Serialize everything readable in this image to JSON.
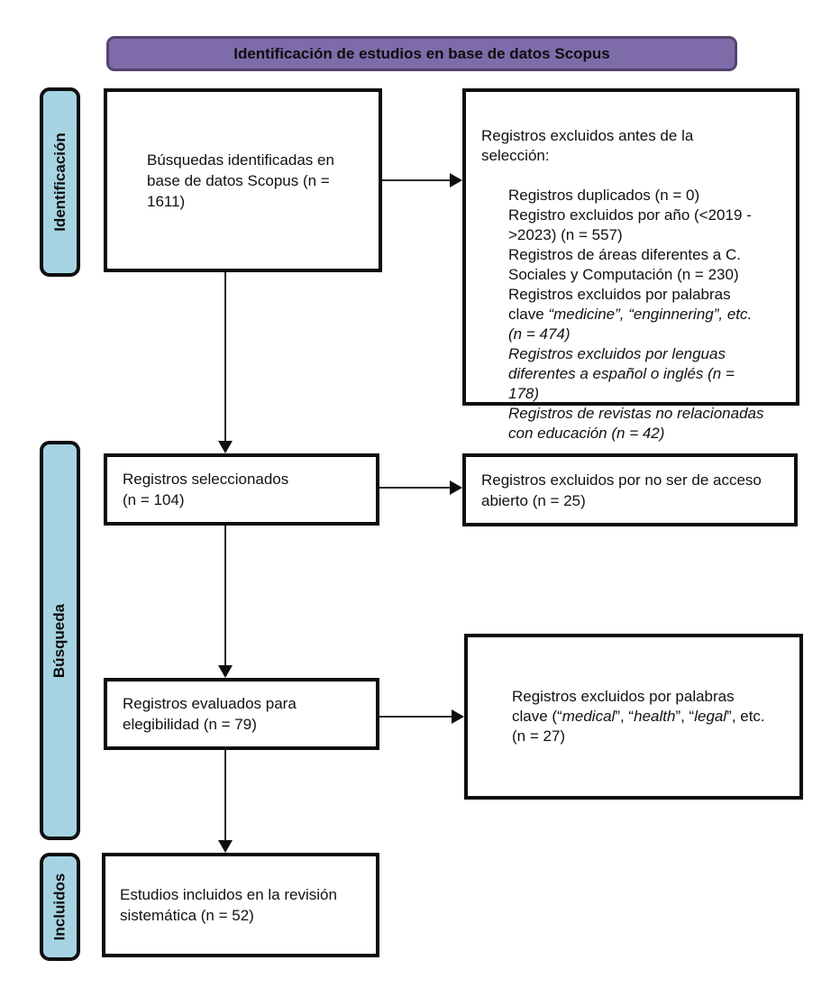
{
  "title": "Identificación de estudios en base de datos Scopus",
  "palette": {
    "header_fill": "#7d6ca9",
    "header_border": "#55436f",
    "stage_fill": "#a6d4e3",
    "box_border": "#0d0d0d",
    "text": "#111111"
  },
  "stages": [
    {
      "label": "Identificación"
    },
    {
      "label": "Búsqueda"
    },
    {
      "label": "Incluidos"
    }
  ],
  "boxes": {
    "identified": "Búsquedas identificadas en\nbase de datos Scopus (n =\n1611)",
    "selected": "Registros seleccionados\n(n = 104)",
    "assessed": "Registros evaluados para\nelegibilidad (n = 79)",
    "included": "Estudios incluidos en la revisión\nsistemática (n = 52)",
    "excluded_open_access": "Registros excluidos por no ser de acceso\nabierto (n = 25)"
  },
  "excluded_before_selection": {
    "header": "Registros excluidos antes de la\nselección:",
    "items": [
      [
        {
          "t": "Registros duplicados (n = 0)",
          "i": false
        }
      ],
      [
        {
          "t": "Registro excluidos por año (<2019 -\n>2023) (n = 557)",
          "i": false
        }
      ],
      [
        {
          "t": "Registros de áreas diferentes a C.\nSociales y Computación (n = 230)",
          "i": false
        }
      ],
      [
        {
          "t": "Registros excluidos por palabras\nclave ",
          "i": false
        },
        {
          "t": "“medicine”, “enginnering”, etc.\n(n = 474)",
          "i": true
        }
      ],
      [
        {
          "t": "Registros excluidos por lenguas\ndiferentes a español o inglés (n =\n178)",
          "i": true
        }
      ],
      [
        {
          "t": "Registros de revistas no relacionadas\ncon educación (n = 42)",
          "i": true
        }
      ]
    ]
  },
  "excluded_keywords": [
    {
      "t": "Registros excluidos por palabras\nclave (“",
      "i": false
    },
    {
      "t": "medical",
      "i": true
    },
    {
      "t": "”, “",
      "i": false
    },
    {
      "t": "health",
      "i": true
    },
    {
      "t": "”, “",
      "i": false
    },
    {
      "t": "legal",
      "i": true
    },
    {
      "t": "”, etc.\n(n = 27)",
      "i": false
    }
  ]
}
